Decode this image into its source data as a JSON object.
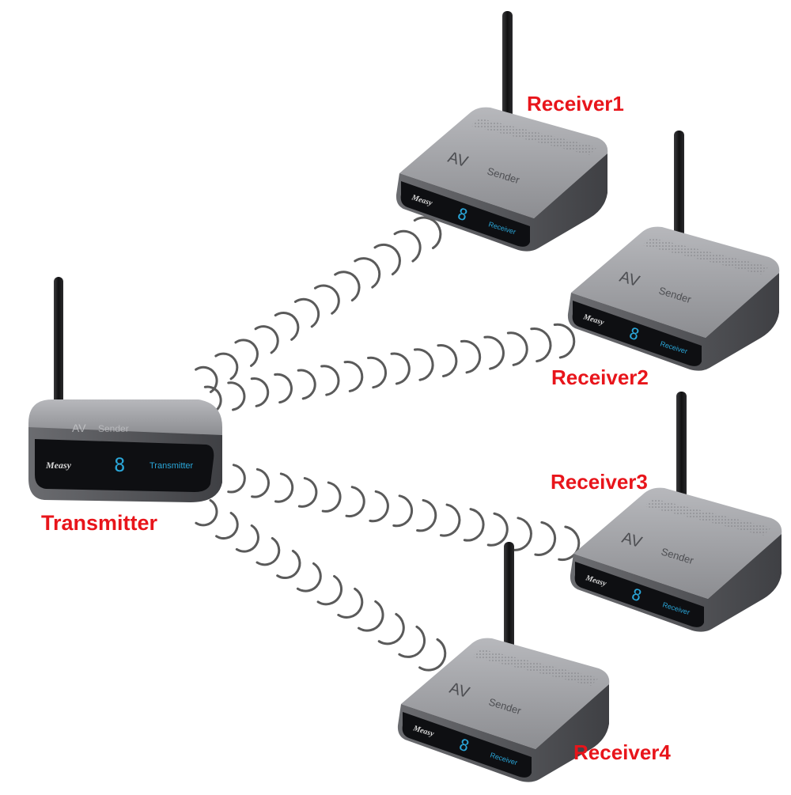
{
  "colors": {
    "label": "#e8151b",
    "body_silver": "#9a9b9f",
    "body_dark": "#5b5c60",
    "front_panel": "#0e0f12",
    "display": "#2aa6d8",
    "antenna": "#1e1e20",
    "waves": "#5a5a5a"
  },
  "labels": {
    "transmitter": "Transmitter",
    "receivers": [
      "Receiver1",
      "Receiver2",
      "Receiver3",
      "Receiver4"
    ]
  },
  "devices": {
    "brand": "Measy",
    "top_text_av": "AV",
    "top_text_sender": "Sender",
    "display_digit": "8",
    "transmitter_panel_text": "Transmitter",
    "receiver_panel_text": "Receiver"
  },
  "links": [
    {
      "from": "Transmitter",
      "to": "Receiver1",
      "arcs": 12
    },
    {
      "from": "Transmitter",
      "to": "Receiver2",
      "arcs": 16
    },
    {
      "from": "Transmitter",
      "to": "Receiver3",
      "arcs": 16
    },
    {
      "from": "Transmitter",
      "to": "Receiver4",
      "arcs": 12
    }
  ]
}
